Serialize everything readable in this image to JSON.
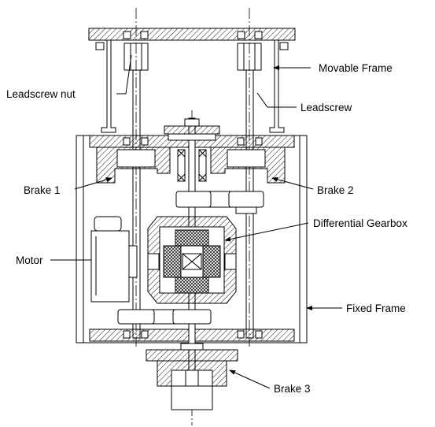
{
  "labels": {
    "movable_frame": "Movable Frame",
    "leadscrew_nut": "Leadscrew nut",
    "leadscrew": "Leadscrew",
    "brake_1": "Brake 1",
    "brake_2": "Brake 2",
    "differential_gearbox": "Differential Gearbox",
    "motor": "Motor",
    "fixed_frame": "Fixed Frame",
    "brake_3": "Brake 3"
  }
}
